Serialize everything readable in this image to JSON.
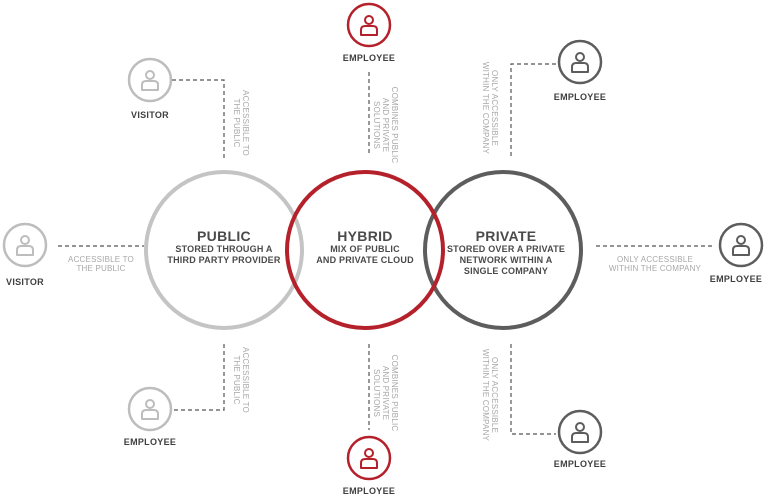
{
  "colors": {
    "public": "#c4c4c4",
    "hybrid": "#b5212b",
    "private": "#5d5d5d",
    "connector": "#555555",
    "annotation": "#a8a8a8",
    "label": "#3f3f3f"
  },
  "circles": {
    "public": {
      "title": "PUBLIC",
      "line1": "STORED THROUGH A",
      "line2": "THIRD PARTY PROVIDER",
      "line3": ""
    },
    "hybrid": {
      "title": "HYBRID",
      "line1": "MIX OF PUBLIC",
      "line2": "AND PRIVATE CLOUD",
      "line3": ""
    },
    "private": {
      "title": "PRIVATE",
      "line1": "STORED OVER A PRIVATE",
      "line2": "NETWORK WITHIN A",
      "line3": "SINGLE COMPANY"
    }
  },
  "people": {
    "visitor_top": "VISITOR",
    "visitor_left": "VISITOR",
    "employee_public_bottom": "EMPLOYEE",
    "employee_hybrid_top": "EMPLOYEE",
    "employee_hybrid_bottom": "EMPLOYEE",
    "employee_private_top": "EMPLOYEE",
    "employee_private_right": "EMPLOYEE",
    "employee_private_bottom": "EMPLOYEE"
  },
  "annotations": {
    "public_top": {
      "line1": "ACCESSIBLE TO",
      "line2": "THE PUBLIC"
    },
    "public_left": {
      "line1": "ACCESSIBLE TO",
      "line2": "THE PUBLIC"
    },
    "public_bottom": {
      "line1": "ACCESSIBLE TO",
      "line2": "THE PUBLIC"
    },
    "hybrid_top": {
      "line1": "COMBINES PUBLIC",
      "line2": "AND PRIVATE",
      "line3": "SOLUTIONS"
    },
    "hybrid_bottom": {
      "line1": "COMBINES PUBLIC",
      "line2": "AND PRIVATE",
      "line3": "SOLUTIONS"
    },
    "private_top": {
      "line1": "ONLY ACCESSIBLE",
      "line2": "WITHIN THE COMPANY"
    },
    "private_right": {
      "line1": "ONLY ACCESSIBLE",
      "line2": "WITHIN THE COMPANY"
    },
    "private_bottom": {
      "line1": "ONLY ACCESSIBLE",
      "line2": "WITHIN THE COMPANY"
    }
  }
}
